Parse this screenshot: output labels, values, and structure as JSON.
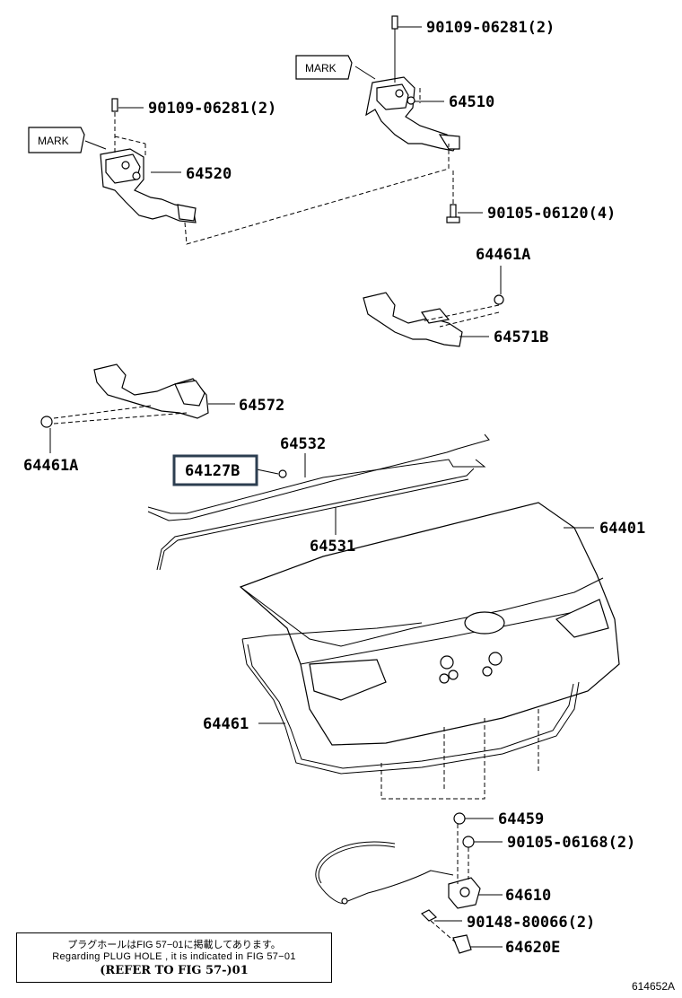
{
  "parts": {
    "p1": "90109-06281(2)",
    "p2": "64510",
    "p3": "90109-06281(2)",
    "p4": "64520",
    "p5": "90105-06120(4)",
    "p6": "64461A",
    "p7": "64571B",
    "p8": "64572",
    "p9": "64461A",
    "p10": "64532",
    "p11": "64127B",
    "p12": "64531",
    "p13": "64401",
    "p14": "64461",
    "p15": "64459",
    "p16": "90105-06168(2)",
    "p17": "64610",
    "p18": "90148-80066(2)",
    "p19": "64620E"
  },
  "marks": {
    "m1": "MARK",
    "m2": "MARK"
  },
  "note": {
    "jp": "プラグホールはFIG 57−01に掲載してあります。",
    "en": "Regarding  PLUG  HOLE , it is indicated in  FIG  57−01",
    "ref": "(REFER TO FIG 57-)01"
  },
  "figure_id": "614652A",
  "highlight_color": "#2c3e50"
}
